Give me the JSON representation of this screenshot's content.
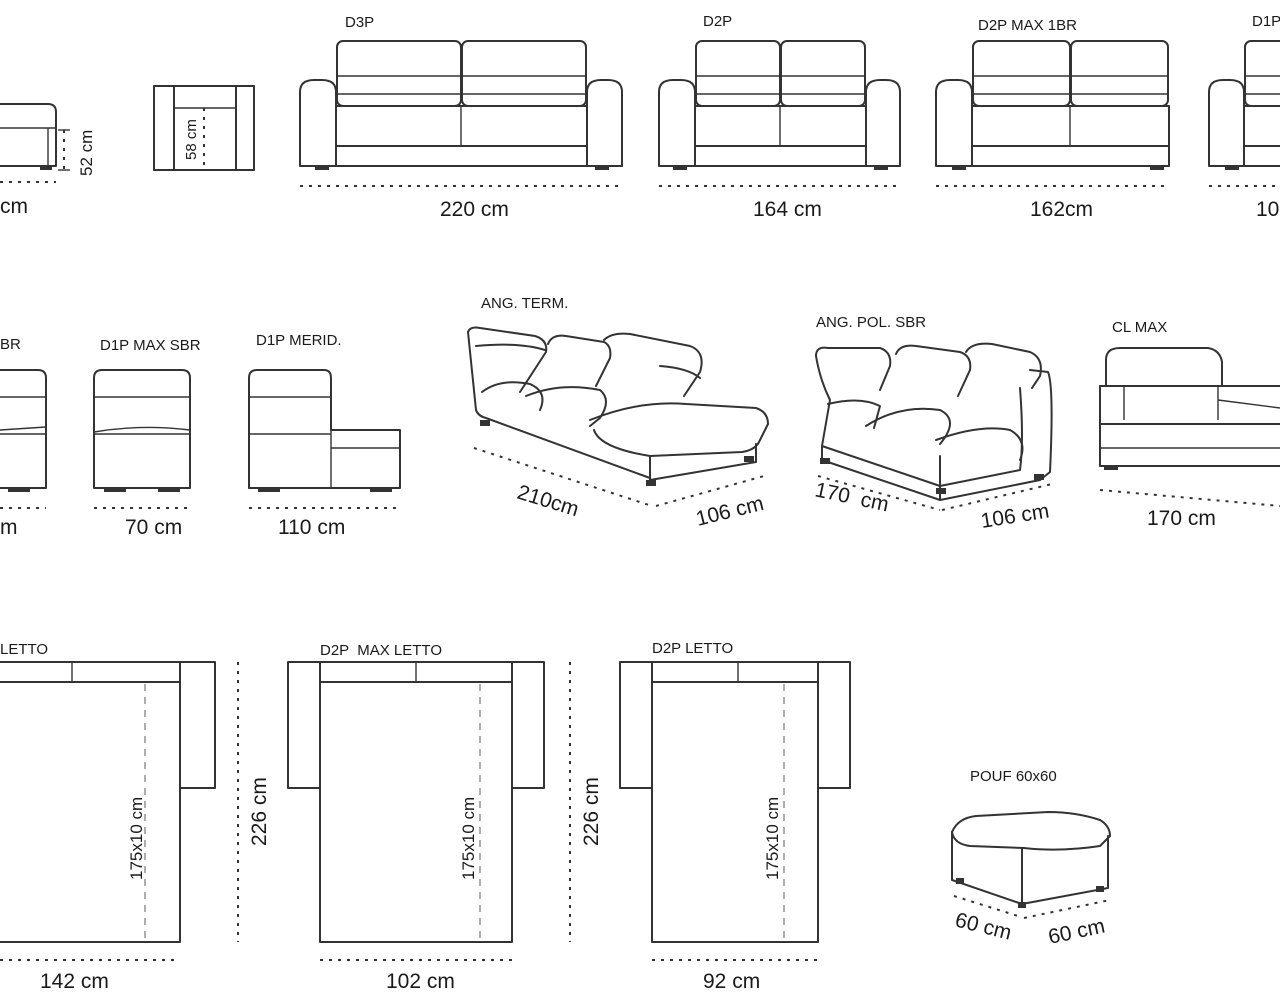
{
  "row1": {
    "d3p": {
      "name": "D3P",
      "width": "220 cm"
    },
    "d2p": {
      "name": "D2P",
      "width": "164 cm"
    },
    "d2p_max_1br": {
      "name": "D2P MAX 1BR",
      "width": "162cm"
    },
    "d1p_partial": {
      "name": "D1P",
      "width": "10"
    },
    "left_partial": {
      "width": "cm",
      "height": "52 cm"
    },
    "side_view": {
      "height": "58 cm"
    }
  },
  "row2": {
    "partial_sbr": {
      "name": "BR",
      "width": "m"
    },
    "d1p_max_sbr": {
      "name": "D1P MAX SBR",
      "width": "70 cm"
    },
    "d1p_merid": {
      "name": "D1P MERID.",
      "width": "110 cm"
    },
    "ang_term": {
      "name": "ANG. TERM.",
      "width": "210cm",
      "depth": "106 cm"
    },
    "ang_pol_sbr": {
      "name": "ANG. POL. SBR",
      "width": "170  cm",
      "depth": "106 cm"
    },
    "cl_max": {
      "name": "CL MAX",
      "width": "170 cm"
    }
  },
  "row3": {
    "letto_partial": {
      "name": "LETTO",
      "width": "142 cm",
      "bed": "175x10 cm",
      "length": "226 cm"
    },
    "d2p_max_letto": {
      "name": "D2P  MAX LETTO",
      "width": "102 cm",
      "bed": "175x10 cm",
      "length": "226 cm"
    },
    "d2p_letto": {
      "name": "D2P LETTO",
      "width": "92 cm",
      "bed": "175x10 cm"
    },
    "pouf": {
      "name": "POUF 60x60",
      "width": "60 cm",
      "depth": "60 cm"
    }
  }
}
